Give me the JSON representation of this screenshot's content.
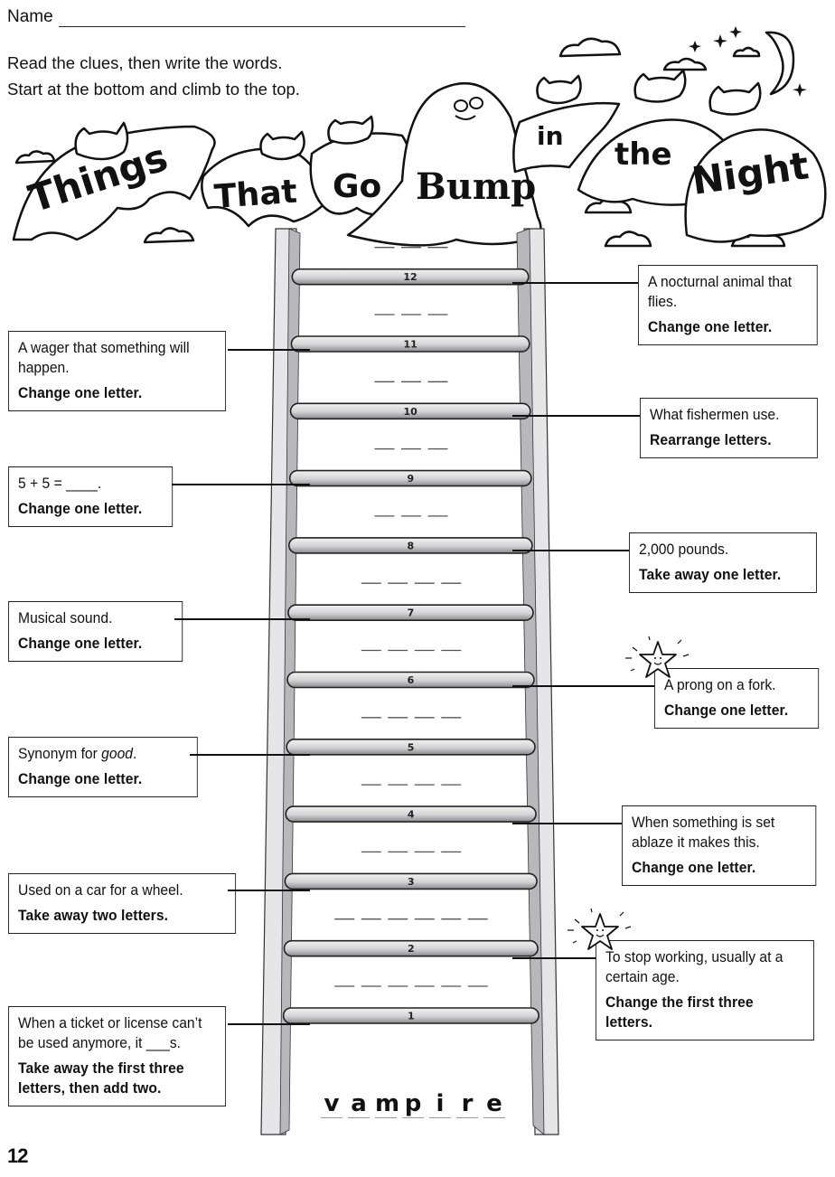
{
  "header": {
    "name_label": "Name",
    "instructions": [
      "Read the clues, then write the words.",
      "Start at the bottom and climb to the top."
    ]
  },
  "title": {
    "words": [
      "Things",
      "That",
      "Go",
      "Bump",
      "in",
      "the",
      "Night"
    ]
  },
  "ladder": {
    "start_word": "vampire",
    "start_letters": [
      "v",
      "a",
      "m",
      "p",
      "i",
      "r",
      "e"
    ],
    "rungs": [
      {
        "number": "1",
        "blanks": 6
      },
      {
        "number": "2",
        "blanks": 6
      },
      {
        "number": "3",
        "blanks": 4
      },
      {
        "number": "4",
        "blanks": 4
      },
      {
        "number": "5",
        "blanks": 4
      },
      {
        "number": "6",
        "blanks": 4
      },
      {
        "number": "7",
        "blanks": 4
      },
      {
        "number": "8",
        "blanks": 3
      },
      {
        "number": "9",
        "blanks": 3
      },
      {
        "number": "10",
        "blanks": 3
      },
      {
        "number": "11",
        "blanks": 3
      },
      {
        "number": "12",
        "blanks": 3
      }
    ]
  },
  "clues": {
    "c1": {
      "text": "When a ticket or license can’t be used anymore, it ___s.",
      "instruction": "Take away the first three letters, then add two."
    },
    "c2": {
      "text": "To stop working, usually at a certain age.",
      "instruction": "Change the first three letters."
    },
    "c3": {
      "text": "Used on a car for a wheel.",
      "instruction": "Take away two letters."
    },
    "c4": {
      "text": "When something is set ablaze it makes this.",
      "instruction": "Change one letter."
    },
    "c5": {
      "text_pre": "Synonym for ",
      "text_em": "good",
      "text_post": ".",
      "instruction": "Change one letter."
    },
    "c6": {
      "text": "A prong on a fork.",
      "instruction": "Change one letter."
    },
    "c7": {
      "text": "Musical sound.",
      "instruction": "Change one letter."
    },
    "c8": {
      "text": "2,000 pounds.",
      "instruction": "Take away one letter."
    },
    "c9": {
      "text": "5 + 5 = ____.",
      "instruction": "Change one letter."
    },
    "c10": {
      "text": "What fishermen use.",
      "instruction": "Rearrange letters."
    },
    "c11": {
      "text": "A wager that something will happen.",
      "instruction": "Change one letter."
    },
    "c12": {
      "text": "A nocturnal animal that flies.",
      "instruction": "Change one letter."
    }
  },
  "footer": {
    "page_number": "12"
  }
}
